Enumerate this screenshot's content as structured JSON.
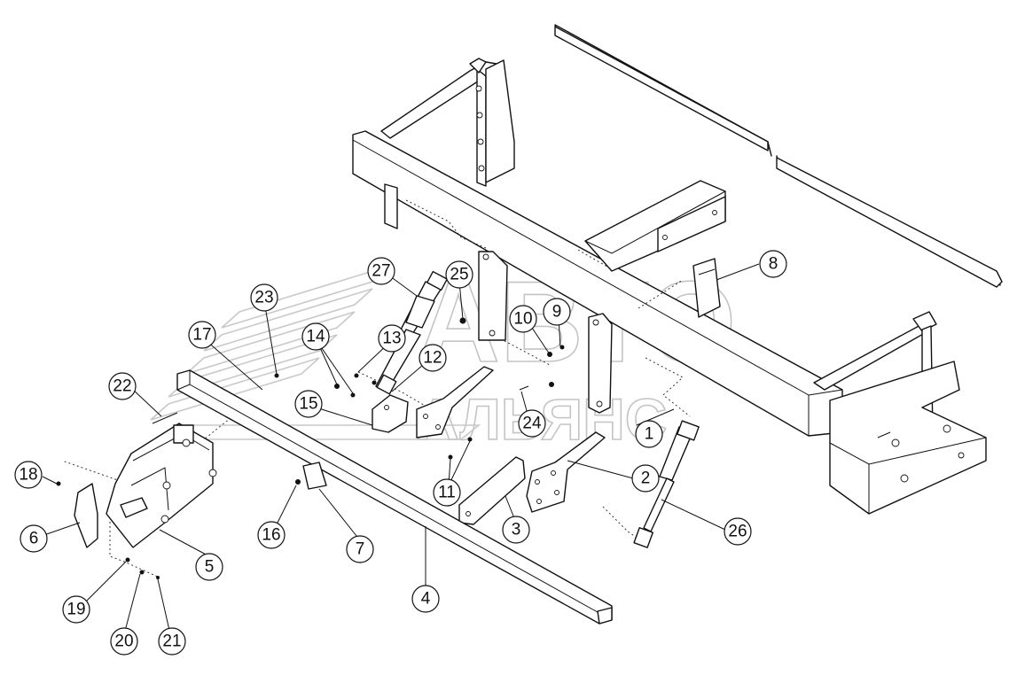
{
  "diagram": {
    "callouts": [
      {
        "id": "c1",
        "label": "1"
      },
      {
        "id": "c2",
        "label": "2"
      },
      {
        "id": "c3",
        "label": "3"
      },
      {
        "id": "c4",
        "label": "4"
      },
      {
        "id": "c5",
        "label": "5"
      },
      {
        "id": "c6",
        "label": "6"
      },
      {
        "id": "c7",
        "label": "7"
      },
      {
        "id": "c8",
        "label": "8"
      },
      {
        "id": "c9",
        "label": "9"
      },
      {
        "id": "c10",
        "label": "10"
      },
      {
        "id": "c11",
        "label": "11"
      },
      {
        "id": "c12",
        "label": "12"
      },
      {
        "id": "c13",
        "label": "13"
      },
      {
        "id": "c14",
        "label": "14"
      },
      {
        "id": "c15",
        "label": "15"
      },
      {
        "id": "c16",
        "label": "16"
      },
      {
        "id": "c17",
        "label": "17"
      },
      {
        "id": "c18",
        "label": "18"
      },
      {
        "id": "c19",
        "label": "19"
      },
      {
        "id": "c20",
        "label": "20"
      },
      {
        "id": "c21",
        "label": "21"
      },
      {
        "id": "c22",
        "label": "22"
      },
      {
        "id": "c23",
        "label": "23"
      },
      {
        "id": "c24",
        "label": "24"
      },
      {
        "id": "c25",
        "label": "25"
      },
      {
        "id": "c26",
        "label": "26"
      },
      {
        "id": "c27",
        "label": "27"
      }
    ]
  },
  "watermark": {
    "line1": "АВТО",
    "line2": "АЛЬЯНС"
  }
}
